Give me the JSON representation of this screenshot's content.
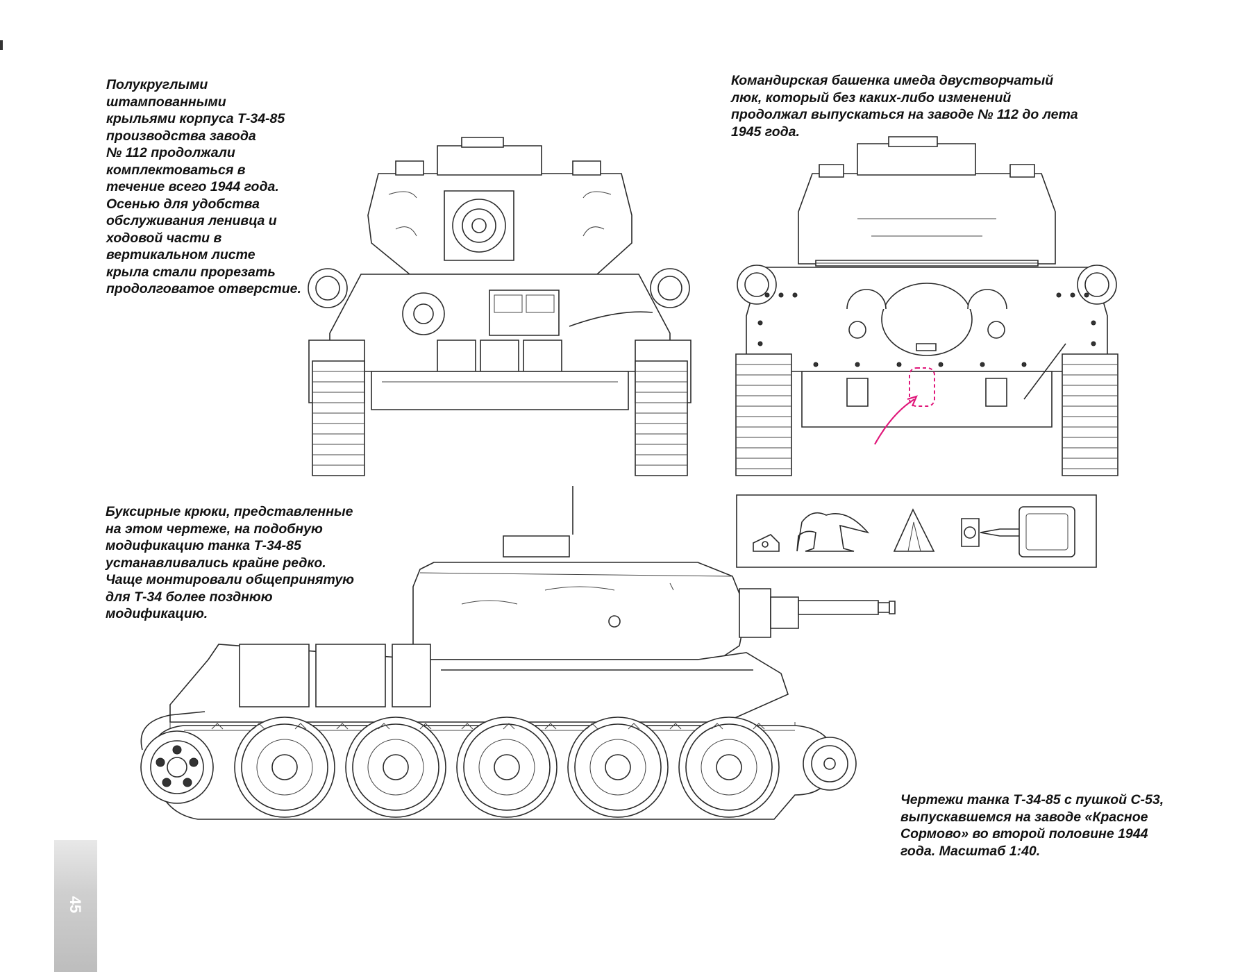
{
  "captions": {
    "fenders": "Полукруглыми\nштампованными\nкрыльями корпуса Т-34-85\nпроизводства завода\n№ 112 продолжали\nкомплектоваться в\nтечение всего 1944 года.\nОсенью для удобства\nобслуживания ленивца и\nходовой части в\nвертикальном листе\nкрыла стали прорезать\nпродолговатое отверстие.",
    "cupola": "Командирская башенка имеда двустворчатый\nлюк, который без каких-либо изменений\nпродолжал выпускаться на заводе № 112 до лета\n1945 года.",
    "hooks": "Буксирные крюки, представленные\nна этом чертеже, на подобную\nмодификацию танка Т-34-85\nустанавливались крайне редко.\nЧаще монтировали общепринятую\nдля Т-34 более позднюю\nмодификацию.",
    "drawings": "Чертежи танка Т-34-85 с пушкой С-53,\nвыпускавшемся на заводе «Красное\nСормово» во второй половине 1944\nгода. Масштаб 1:40."
  },
  "page": {
    "number": "45"
  },
  "colors": {
    "annotation": "#e0177a",
    "ink": "#2a2a2a",
    "tab": "#c4c4c4"
  }
}
